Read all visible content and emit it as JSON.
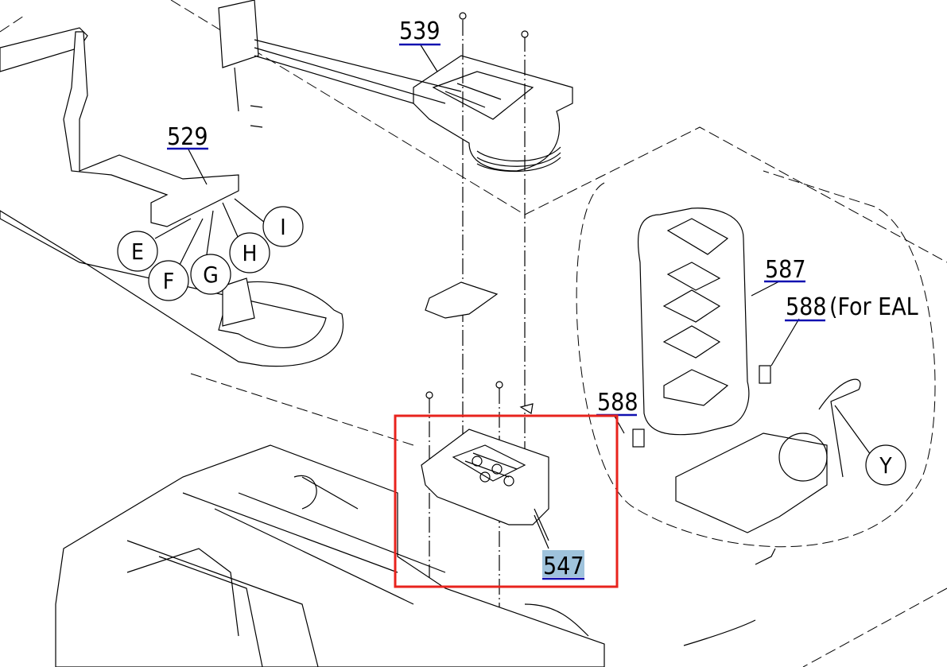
{
  "diagram": {
    "callouts": {
      "p539": "539",
      "p529": "529",
      "p587": "587",
      "p588_eal": "588",
      "eal_note": "(For EAL",
      "p588": "588",
      "p547": "547"
    },
    "connectors": [
      "E",
      "F",
      "G",
      "H",
      "I",
      "Y"
    ],
    "highlight": {
      "selected_part": "547",
      "box_color": "#e8231d",
      "selection_color": "#9fc3dc"
    },
    "underline_color": "#1010b0"
  }
}
